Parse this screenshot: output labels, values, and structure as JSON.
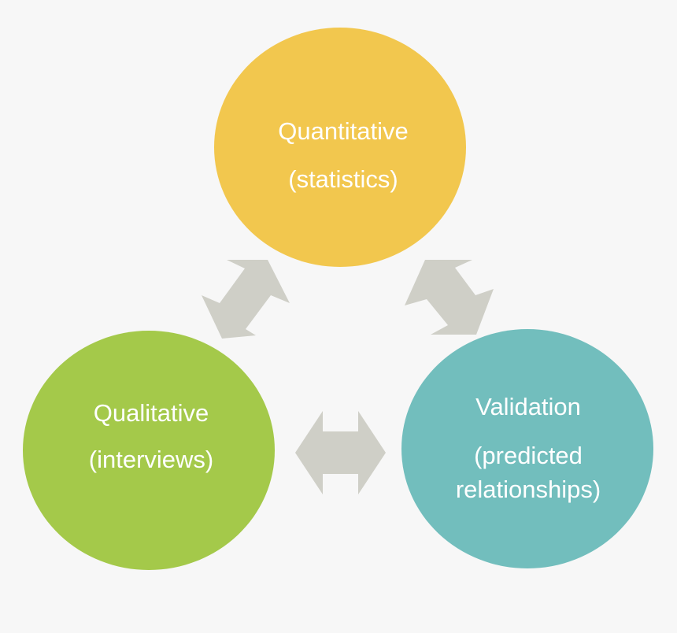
{
  "nodes": {
    "quantitative": {
      "line1": "Quantitative",
      "line2": "(statistics)",
      "color": "#f2c74e"
    },
    "qualitative": {
      "line1": "Qualitative",
      "line2": "(interviews)",
      "color": "#a4c94a"
    },
    "validation": {
      "line1": "Validation",
      "line2": "(predicted",
      "line3": "relationships)",
      "color": "#72bebd"
    }
  },
  "arrows": {
    "color": "#cfcfc7",
    "icons": [
      "double-headed-arrow-icon",
      "double-headed-arrow-icon",
      "double-headed-arrow-icon"
    ]
  },
  "background": "#f7f7f7"
}
